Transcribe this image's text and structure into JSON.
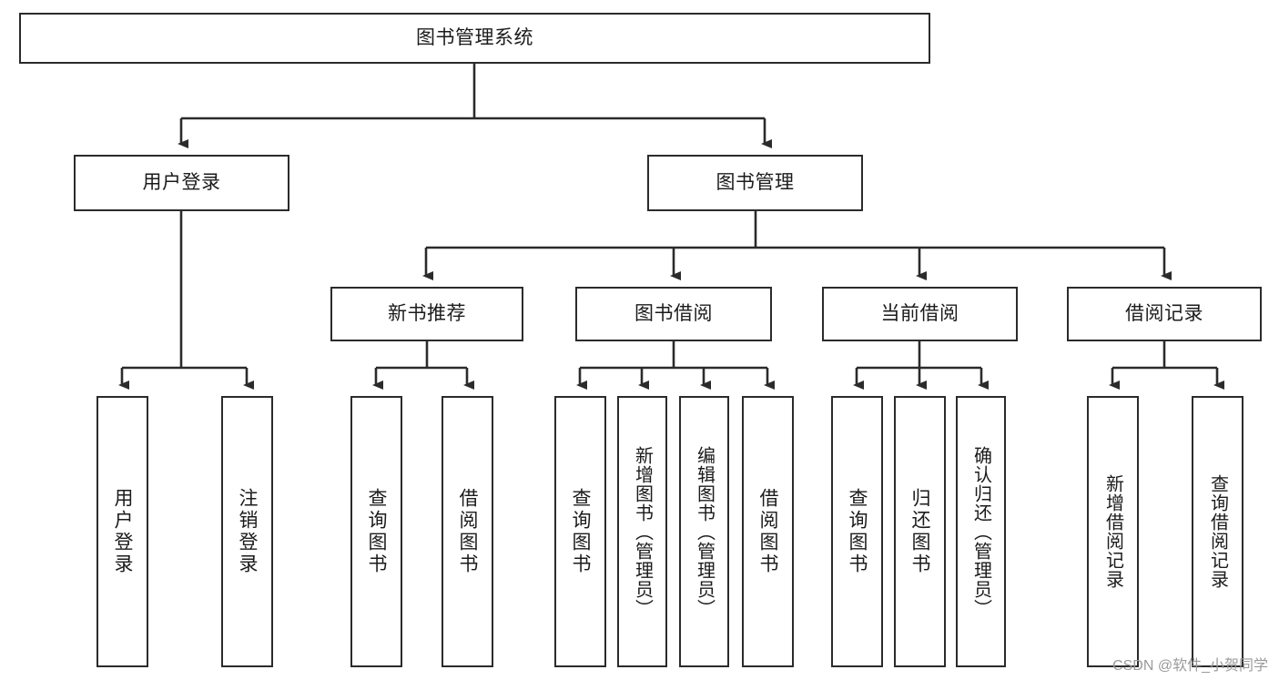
{
  "diagram": {
    "title": "图书管理系统",
    "type": "tree-hierarchy-diagram",
    "orientation": "top-down",
    "colors": {
      "box_border": "#2b2b2b",
      "box_fill": "#ffffff",
      "connector": "#2b2b2b",
      "text": "#1b1b1b",
      "watermark": "#9a9a9a",
      "background": "#ffffff"
    }
  },
  "nodes": {
    "root": {
      "label": "图书管理系统",
      "level": 1
    },
    "level2": [
      {
        "id": "user-login",
        "label": "用户登录"
      },
      {
        "id": "book-management",
        "label": "图书管理"
      }
    ],
    "level3": [
      {
        "id": "new-book-recommend",
        "label": "新书推荐"
      },
      {
        "id": "book-borrow",
        "label": "图书借阅"
      },
      {
        "id": "current-borrow",
        "label": "当前借阅"
      },
      {
        "id": "borrow-record",
        "label": "借阅记录"
      }
    ],
    "leaves": {
      "user-login": [
        {
          "id": "leaf-user-login",
          "label": "用户登录"
        },
        {
          "id": "leaf-logout-login",
          "label": "注销登录"
        }
      ],
      "new-book-recommend": [
        {
          "id": "leaf-query-book-1",
          "label": "查询图书"
        },
        {
          "id": "leaf-borrow-book-1",
          "label": "借阅图书"
        }
      ],
      "book-borrow": [
        {
          "id": "leaf-query-book-2",
          "label": "查询图书"
        },
        {
          "id": "leaf-add-book",
          "label": "新增图书（管理员）"
        },
        {
          "id": "leaf-edit-book",
          "label": "编辑图书（管理员）"
        },
        {
          "id": "leaf-borrow-book-2",
          "label": "借阅图书"
        }
      ],
      "current-borrow": [
        {
          "id": "leaf-query-book-3",
          "label": "查询图书"
        },
        {
          "id": "leaf-return-book",
          "label": "归还图书"
        },
        {
          "id": "leaf-confirm-return",
          "label": "确认归还（管理员）"
        }
      ],
      "borrow-record": [
        {
          "id": "leaf-add-record",
          "label": "新增借阅记录"
        },
        {
          "id": "leaf-query-record",
          "label": "查询借阅记录"
        }
      ]
    }
  },
  "watermark": {
    "text": "CSDN @软件_小贺同学"
  }
}
